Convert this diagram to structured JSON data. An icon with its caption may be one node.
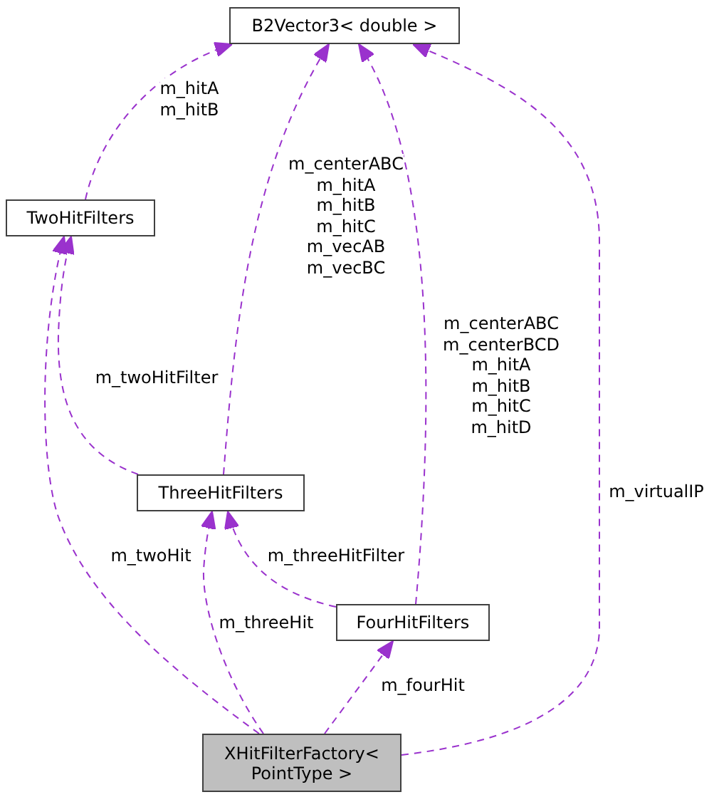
{
  "diagram": {
    "nodes": [
      {
        "text": [
          "B2Vector3< double >"
        ]
      },
      {
        "text": [
          "TwoHitFilters"
        ]
      },
      {
        "text": [
          "ThreeHitFilters"
        ]
      },
      {
        "text": [
          "FourHitFilters"
        ]
      },
      {
        "text": [
          "XHitFilterFactory< PointType >"
        ]
      }
    ],
    "edges": [
      {
        "from": 1,
        "to": 0,
        "arrow": "to",
        "label": "m_hitA m_hitB"
      },
      {
        "from": 2,
        "to": 0,
        "arrow": "to",
        "label": "m_centerABC m_hitA m_hitB m_hitC m_vecAB m_vecBC"
      },
      {
        "from": 3,
        "to": 0,
        "arrow": "to",
        "label": "m_centerABC m_centerBCD m_hitA m_hitB m_hitC m_hitD"
      },
      {
        "from": 4,
        "to": 0,
        "arrow": "to",
        "label": "m_virtualIP"
      },
      {
        "from": 2,
        "to": 1,
        "arrow": "to",
        "label": "m_twoHitFilter"
      },
      {
        "from": 4,
        "to": 1,
        "arrow": "to",
        "label": "m_twoHit"
      },
      {
        "from": 3,
        "to": 2,
        "arrow": "to",
        "label": "m_threeHitFilter"
      },
      {
        "from": 4,
        "to": 2,
        "arrow": "to",
        "label": "m_threeHit"
      },
      {
        "from": 4,
        "to": 3,
        "arrow": "to",
        "label": "m_fourHit"
      }
    ]
  }
}
